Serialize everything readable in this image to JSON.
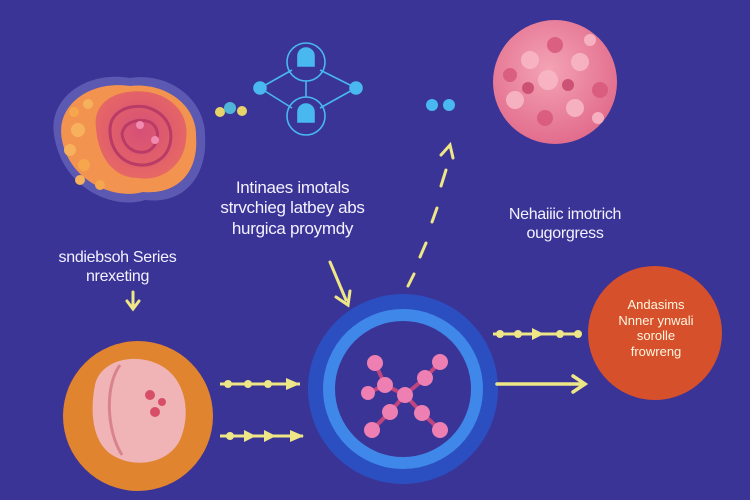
{
  "labels": {
    "top": [
      "Intinaes imotals",
      "strvchieg latbey abs",
      "hurgica proymdy"
    ],
    "left": [
      "sndiebsoh Series",
      "nrexeting"
    ],
    "right": [
      "Nehaiiic imotrich",
      "ougorgress"
    ]
  },
  "badge": [
    "Andasims",
    "Nnner ynwali",
    "sorolle",
    "frowreng"
  ],
  "colors": {
    "background": "#3a3496",
    "arrow": "#eee687",
    "center_ring": "#3f87e8",
    "badge": "#d6502c",
    "cell_orange": "#e0842f",
    "molecule": "#ed7fb2",
    "bond": "#c0457e",
    "network_node": "#49b8f0"
  }
}
